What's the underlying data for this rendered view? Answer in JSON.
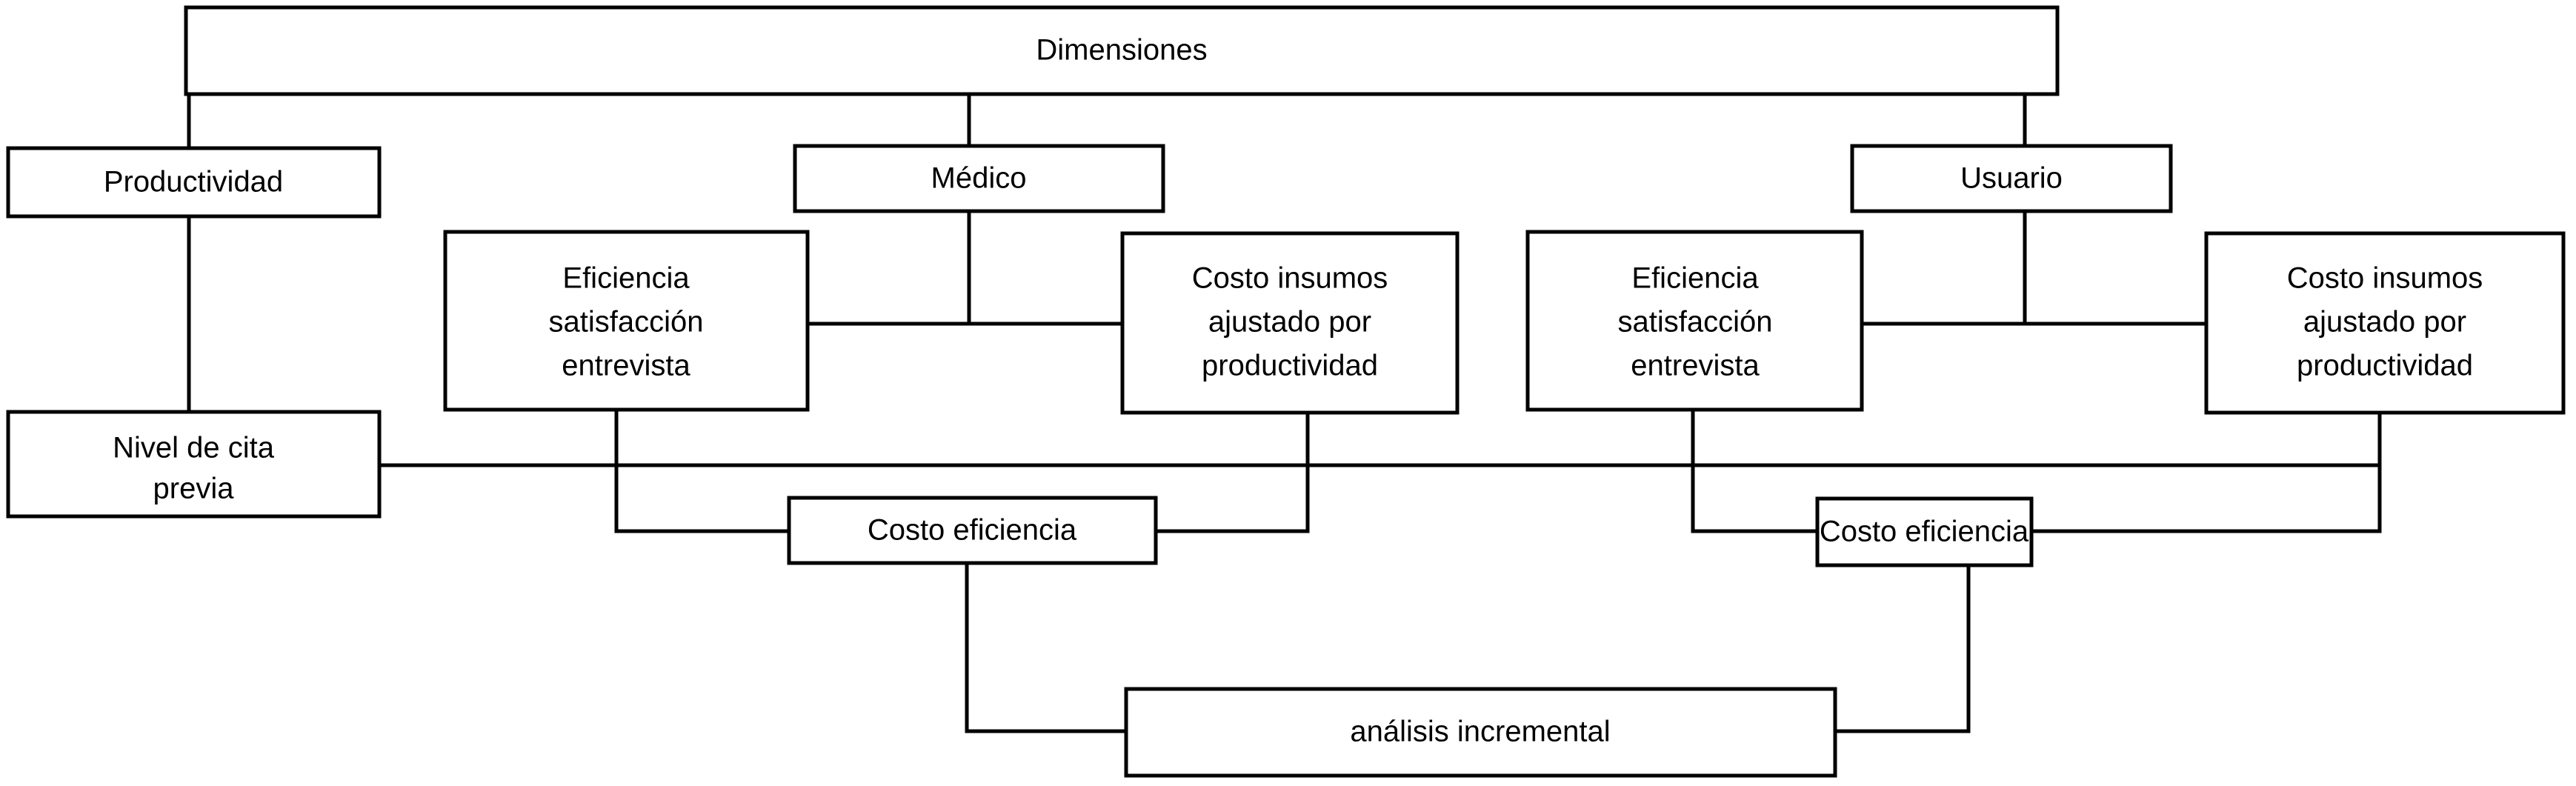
{
  "diagram": {
    "title": "Dimensiones",
    "nodes": {
      "root": {
        "label": "Dimensiones"
      },
      "productividad": {
        "label": "Productividad"
      },
      "medico": {
        "label": "Médico"
      },
      "usuario": {
        "label": "Usuario"
      },
      "nivel_cita": {
        "line1": "Nivel de cita",
        "line2": "previa"
      },
      "medico_eficiencia": {
        "line1": "Eficiencia",
        "line2": "satisfacción",
        "line3": "entrevista"
      },
      "medico_costo_insumos": {
        "line1": "Costo insumos",
        "line2": "ajustado por",
        "line3": "productividad"
      },
      "usuario_eficiencia": {
        "line1": "Eficiencia",
        "line2": "satisfacción",
        "line3": "entrevista"
      },
      "usuario_costo_insumos": {
        "line1": "Costo insumos",
        "line2": "ajustado por",
        "line3": "productividad"
      },
      "medico_costo_eficiencia": {
        "label": "Costo eficiencia"
      },
      "usuario_costo_eficiencia": {
        "label": "Costo eficiencia"
      },
      "analisis": {
        "label": "análisis incremental"
      }
    },
    "colors": {
      "stroke": "#000000",
      "fill": "#ffffff",
      "text": "#000000"
    }
  }
}
